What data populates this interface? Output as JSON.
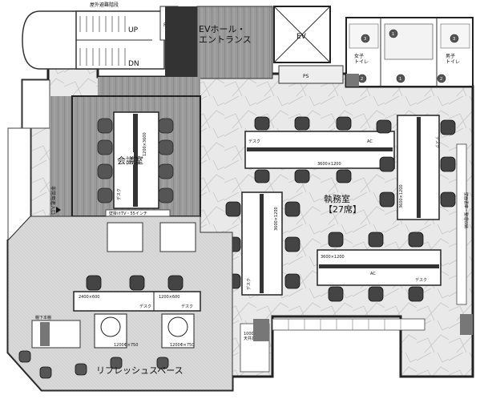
{
  "plan": {
    "emergency_stairs": "屋外避難階段",
    "up": "UP",
    "dn": "DN",
    "ps_top": "PS",
    "ps_mid": "PS",
    "ev_hall": "EVホール・\nエントランス",
    "ev": "EV",
    "women_toilet": "女子\nトイレ",
    "men_toilet": "男子\nトイレ",
    "meeting_room": "会議室",
    "meeting_table": "1200×3600",
    "meeting_desk": "デスク",
    "wall_tv": "壁掛けTV・55インチ",
    "emergency_entrance": "非常用進入口",
    "office": "執務室\n【27席】",
    "desk_a_label": "デスク",
    "desk_a_ac": "AC",
    "desk_a_size": "3600×1200",
    "desk_b_label": "デスク",
    "desk_b_size": "3600×1200",
    "desk_c_label": "デスク",
    "desk_c_size": "3600×1200",
    "desk_d_label": "デスク",
    "desk_d_size": "3600×1200",
    "desk_d_ac": "AC",
    "wall_storage": "壁面書庫・整理収納",
    "counter_1": "2400×600",
    "counter_2": "1200×600",
    "counter_desk": "デスク",
    "counter_desk2": "デスク",
    "round_tables": [
      "1200Φ×750",
      "1200Φ×750"
    ],
    "bookshelf": "棚下本棚",
    "lockers_left": "1000\n天井高",
    "refresh_space": "リフレッシュスペース",
    "badges": [
      "3",
      "1",
      "3",
      "2",
      "1",
      "2"
    ]
  }
}
